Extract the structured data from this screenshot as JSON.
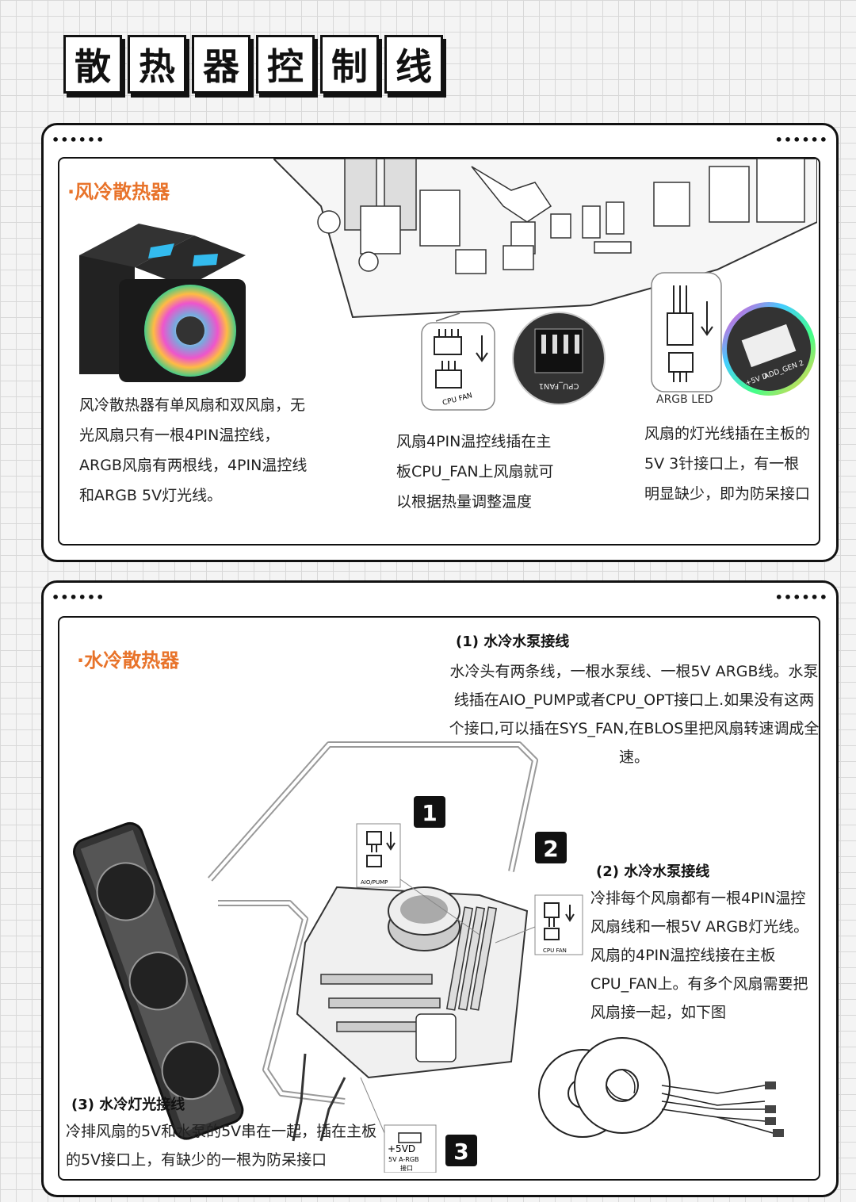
{
  "title": [
    "散",
    "热",
    "器",
    "控",
    "制",
    "线"
  ],
  "card1": {
    "dots_left": "••••••",
    "dots_right": "••••••",
    "section": "·风冷散热器",
    "para_left": "风冷散热器有单风扇和双风扇，无光风扇只有一根4PIN温控线，ARGB风扇有两根线，4PIN温控线和ARGB 5V灯光线。",
    "para_mid": "风扇4PIN温控线插在主板CPU_FAN上风扇就可以根据热量调整温度",
    "para_right": "风扇的灯光线插在主板的5V 3针接口上，有一根明显缺少，即为防呆接口",
    "lbl_cpu_fan": "CPU FAN",
    "lbl_argb_led": "ARGB LED",
    "lbl_cpu_fan1": "CPU_FAN1",
    "lbl_5v": "+5V D",
    "lbl_add_gen": "ADD_GEN 2"
  },
  "card2": {
    "dots_left": "••••••",
    "dots_right": "••••••",
    "section": "·水冷散热器",
    "h1": "(1) 水冷水泵接线",
    "p1": "水冷头有两条线，一根水泵线、一根5V ARGB线。水泵线插在AIO_PUMP或者CPU_OPT接口上.如果没有这两个接口,可以插在SYS_FAN,在BLOS里把风扇转速调成全速。",
    "h2": "(2) 水冷水泵接线",
    "p2": "冷排每个风扇都有一根4PIN温控风扇线和一根5V ARGB灯光线。风扇的4PIN温控线接在主板CPU_FAN上。有多个风扇需要把风扇接一起，如下图",
    "h3": "(3) 水冷灯光接线",
    "p3": "冷排风扇的5V和水泵的5V串在一起，插在主板的5V接口上，有缺少的一根为防呆接口",
    "n1": "1",
    "n2": "2",
    "n3": "3",
    "lbl_aio": "AIO/PUMP",
    "lbl_cpufan": "CPU FAN",
    "lbl_5vd": "+5VD",
    "lbl_argb": "5V A-RGB",
    "lbl_jk": "接口"
  }
}
